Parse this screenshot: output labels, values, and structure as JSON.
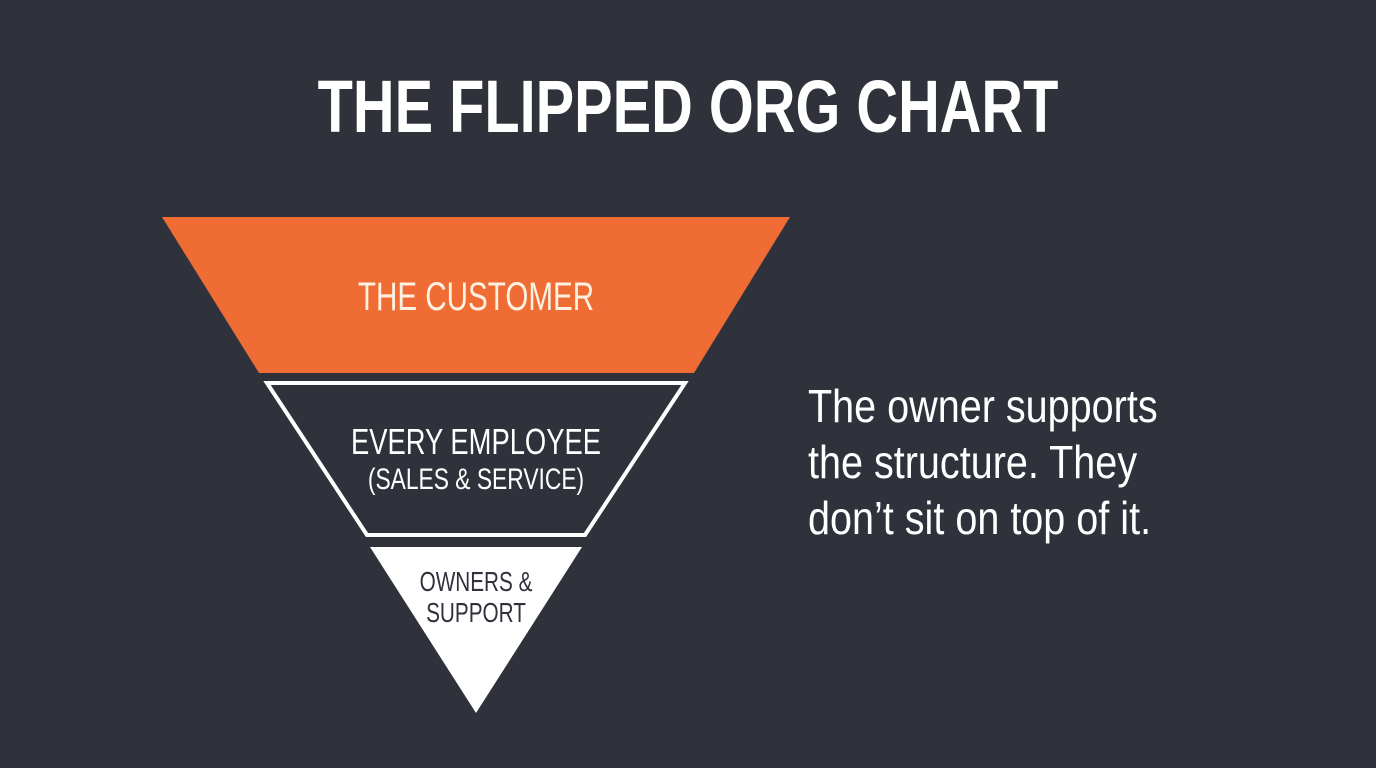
{
  "slide": {
    "title": "THE FLIPPED ORG CHART",
    "background_color": "#2f323b"
  },
  "pyramid": {
    "orientation": "inverted",
    "tiers": [
      {
        "position": "top",
        "label": "THE CUSTOMER",
        "fill": "#ef6c35",
        "text_color": "#fdf1e2",
        "style": "filled"
      },
      {
        "position": "middle",
        "label_line1": "EVERY EMPLOYEE",
        "label_line2": "(SALES & SERVICE)",
        "fill": "#2f323b",
        "stroke": "#ffffff",
        "text_color": "#ffffff",
        "style": "outlined"
      },
      {
        "position": "bottom",
        "label_line1": "OWNERS &",
        "label_line2": "SUPPORT",
        "fill": "#ffffff",
        "text_color": "#2f323b",
        "style": "filled"
      }
    ]
  },
  "side_note": {
    "lines": [
      "The owner supports",
      "the structure. They",
      "don’t sit on top of it."
    ]
  }
}
